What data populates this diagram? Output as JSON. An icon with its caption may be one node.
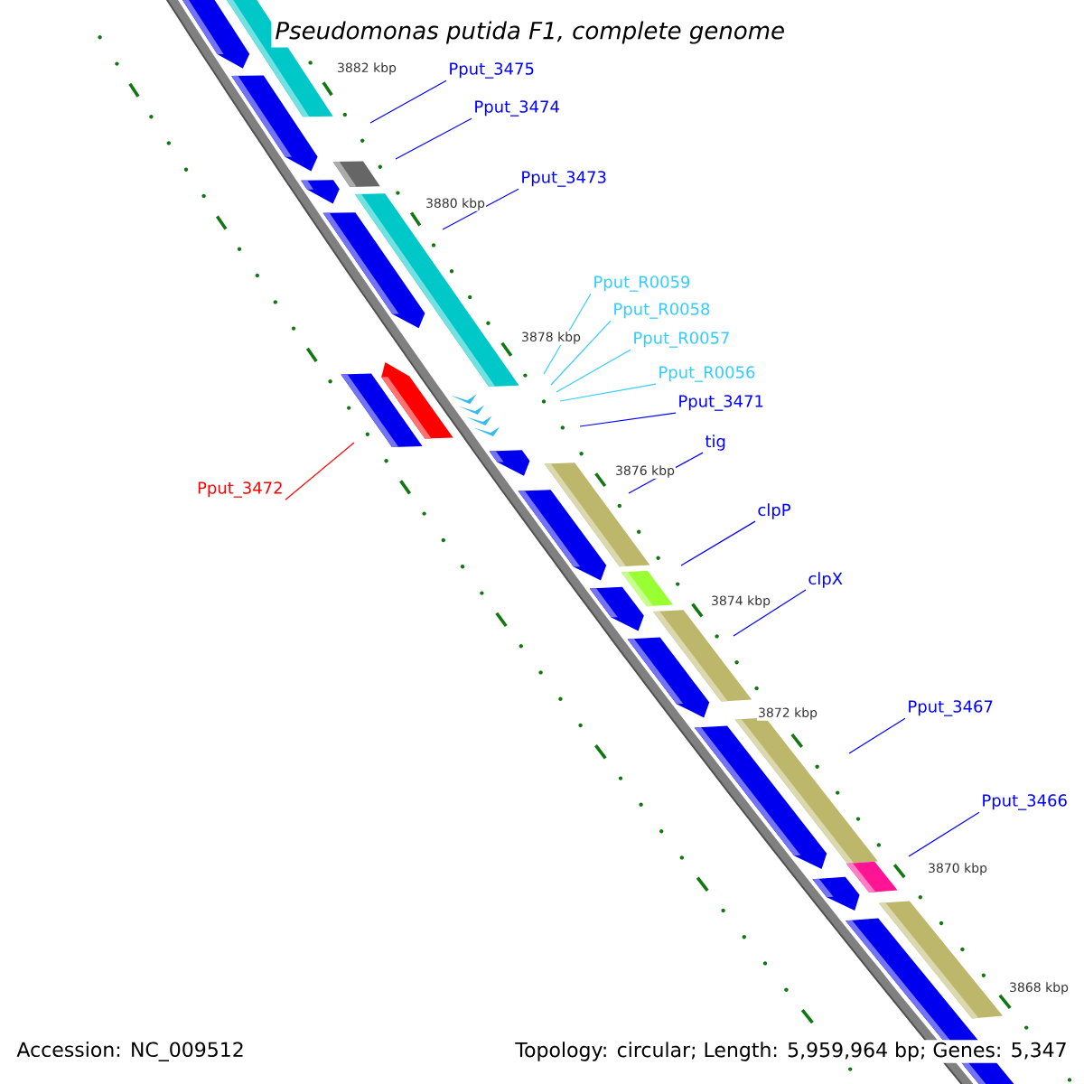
{
  "diagram": {
    "title": "Pseudomonas putida F1, complete genome",
    "nodes": [
      {
        "text": [
          "Pput_3475"
        ]
      },
      {
        "text": [
          "Pput_3474"
        ]
      },
      {
        "text": [
          "Pput_3473"
        ]
      },
      {
        "text": [
          "Pput_R0059"
        ]
      },
      {
        "text": [
          "Pput_R0058"
        ]
      },
      {
        "text": [
          "Pput_R0057"
        ]
      },
      {
        "text": [
          "Pput_R0056"
        ]
      },
      {
        "text": [
          "Pput_3471"
        ]
      },
      {
        "text": [
          "tig"
        ]
      },
      {
        "text": [
          "Pput_3472"
        ]
      },
      {
        "text": [
          "clpP"
        ]
      },
      {
        "text": [
          "clpX"
        ]
      },
      {
        "text": [
          "Pput_3467"
        ]
      },
      {
        "text": [
          "Pput_3466"
        ]
      }
    ],
    "edges": [
      {
        "from": 0,
        "to": null,
        "arrow": "none"
      },
      {
        "from": 1,
        "to": null,
        "arrow": "none"
      },
      {
        "from": 2,
        "to": null,
        "arrow": "none"
      },
      {
        "from": 3,
        "to": null,
        "arrow": "none",
        "color": "#33ccff"
      },
      {
        "from": 4,
        "to": null,
        "arrow": "none",
        "color": "#33ccff"
      },
      {
        "from": 5,
        "to": null,
        "arrow": "none",
        "color": "#33ccff"
      },
      {
        "from": 6,
        "to": null,
        "arrow": "none",
        "color": "#33ccff"
      },
      {
        "from": 7,
        "to": null,
        "arrow": "none"
      },
      {
        "from": 8,
        "to": null,
        "arrow": "none"
      },
      {
        "from": 9,
        "to": null,
        "arrow": "none",
        "color": "#ff0000"
      },
      {
        "from": 10,
        "to": null,
        "arrow": "none"
      },
      {
        "from": 11,
        "to": null,
        "arrow": "none"
      },
      {
        "from": 12,
        "to": null,
        "arrow": "none"
      },
      {
        "from": 13,
        "to": null,
        "arrow": "none"
      }
    ],
    "labels": [
      "3882 kbp",
      "3880 kbp",
      "3878 kbp",
      "3876 kbp",
      "3874 kbp",
      "3872 kbp",
      "3870 kbp",
      "3868 kbp",
      "Accession: NC_009512",
      "Topology: circular; Length: 5,959,964 bp; Genes: 5,347"
    ]
  }
}
